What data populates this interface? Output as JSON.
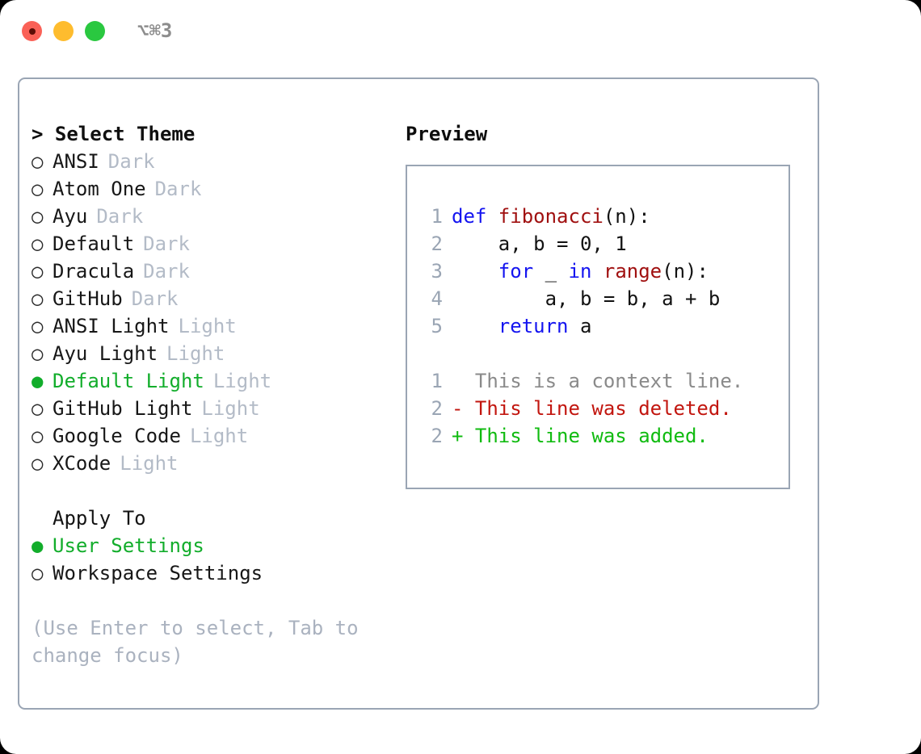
{
  "window": {
    "shortcut": "⌥⌘3",
    "traffic_lights": [
      {
        "name": "close",
        "color": "#fa6157"
      },
      {
        "name": "minimize",
        "color": "#febc2e"
      },
      {
        "name": "maximize",
        "color": "#2ac840"
      }
    ]
  },
  "theme_picker": {
    "heading": "> Select Theme",
    "bullet_selected": "●",
    "bullet_unselected": "○",
    "items": [
      {
        "name": "ANSI",
        "tag": "Dark",
        "selected": false
      },
      {
        "name": "Atom One",
        "tag": "Dark",
        "selected": false
      },
      {
        "name": "Ayu",
        "tag": "Dark",
        "selected": false
      },
      {
        "name": "Default",
        "tag": "Dark",
        "selected": false
      },
      {
        "name": "Dracula",
        "tag": "Dark",
        "selected": false
      },
      {
        "name": "GitHub",
        "tag": "Dark",
        "selected": false
      },
      {
        "name": "ANSI Light",
        "tag": "Light",
        "selected": false
      },
      {
        "name": "Ayu Light",
        "tag": "Light",
        "selected": false
      },
      {
        "name": "Default Light",
        "tag": "Light",
        "selected": true
      },
      {
        "name": "GitHub Light",
        "tag": "Light",
        "selected": false
      },
      {
        "name": "Google Code",
        "tag": "Light",
        "selected": false
      },
      {
        "name": "XCode",
        "tag": "Light",
        "selected": false
      }
    ]
  },
  "apply_to": {
    "heading": "Apply To",
    "options": [
      {
        "name": "User Settings",
        "selected": true
      },
      {
        "name": "Workspace Settings",
        "selected": false
      }
    ]
  },
  "hint": "(Use Enter to select, Tab to change focus)",
  "preview": {
    "heading": "Preview",
    "code": [
      {
        "lineno": "1",
        "tokens": [
          {
            "t": "def ",
            "c": "kw"
          },
          {
            "t": "fibonacci",
            "c": "fn"
          },
          {
            "t": "(n):",
            "c": "pln"
          }
        ]
      },
      {
        "lineno": "2",
        "tokens": [
          {
            "t": "    a, b = 0, 1",
            "c": "pln"
          }
        ]
      },
      {
        "lineno": "3",
        "tokens": [
          {
            "t": "    ",
            "c": "pln"
          },
          {
            "t": "for",
            "c": "kw"
          },
          {
            "t": " _ ",
            "c": "pln"
          },
          {
            "t": "in",
            "c": "kw"
          },
          {
            "t": " ",
            "c": "pln"
          },
          {
            "t": "range",
            "c": "fn"
          },
          {
            "t": "(n):",
            "c": "pln"
          }
        ]
      },
      {
        "lineno": "4",
        "tokens": [
          {
            "t": "        a, b = b, a + b",
            "c": "pln"
          }
        ]
      },
      {
        "lineno": "5",
        "tokens": [
          {
            "t": "    ",
            "c": "pln"
          },
          {
            "t": "return",
            "c": "kw"
          },
          {
            "t": " a",
            "c": "pln"
          }
        ]
      }
    ],
    "diff": [
      {
        "lineno": "1",
        "text": "  This is a context line.",
        "kind": "ctx"
      },
      {
        "lineno": "2",
        "text": "- This line was deleted.",
        "kind": "del"
      },
      {
        "lineno": "2",
        "text": "+ This line was added.",
        "kind": "add"
      }
    ]
  },
  "colors": {
    "accent_green": "#12ad2b",
    "border": "#9aa5b4",
    "muted": "#b3bbc7",
    "keyword": "#1414f0",
    "function": "#a01010",
    "diff_delete": "#c2160f",
    "diff_add": "#10bb10",
    "diff_context": "#8a8a8a"
  }
}
